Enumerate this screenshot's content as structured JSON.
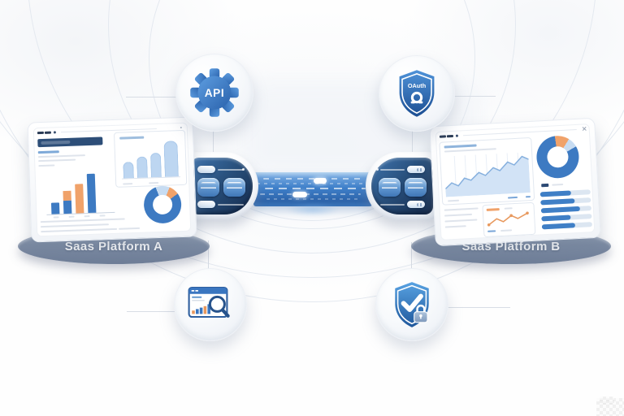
{
  "labels": {
    "platform_a": "Saas Platform A",
    "platform_b": "Saas Platform B",
    "api_badge": "API",
    "oauth_badge": "OAuth"
  },
  "icons": {
    "api_node": "gear-icon",
    "oauth_node": "shield-keyhole-icon",
    "analytics_node": "analytics-window-magnifier-icon",
    "security_node": "shield-check-lock-icon",
    "center": "data-pipe-with-connectors"
  },
  "palette": {
    "primary_blue": "#3d7ac2",
    "accent_orange": "#f0a26a",
    "dark_navy": "#2c4a74",
    "light_blue": "#c7dcf2",
    "pipe_blue": "#3f80ca",
    "base_gray": "#7b8aa2",
    "line_gray": "#dfe4ec"
  },
  "platform_a_dashboard": {
    "bar_chart": {
      "type": "bar",
      "bars": [
        {
          "height": 14,
          "color": "#3d7ac2"
        },
        {
          "height": 28,
          "color": "#3d7ac2",
          "top_height": 12,
          "top_color": "#f0a26a"
        },
        {
          "height": 36,
          "color": "#f0a26a"
        },
        {
          "height": 48,
          "color": "#3d7ac2"
        }
      ]
    },
    "arch_chart": {
      "type": "bar",
      "heights": [
        20,
        26,
        30,
        44
      ],
      "widths": [
        13,
        13,
        13,
        17
      ],
      "color": "#bdd6f1"
    },
    "donut": {
      "type": "pie",
      "from": -20,
      "segments": [
        {
          "color": "#c7dcf2",
          "deg": 44
        },
        {
          "color": "#f0a26a",
          "deg": 32
        },
        {
          "color": "#3d7ac2",
          "deg": 284
        }
      ]
    }
  },
  "platform_b_dashboard": {
    "area_chart": {
      "type": "area",
      "trend": "rising"
    },
    "donut": {
      "type": "pie",
      "from": -15,
      "segments": [
        {
          "color": "#3d7ac2",
          "deg": 10
        },
        {
          "color": "#f0a26a",
          "deg": 40
        },
        {
          "color": "#c7dcf2",
          "deg": 28
        },
        {
          "color": "#3d7ac2",
          "deg": 282
        }
      ]
    },
    "progress_bars": [
      62,
      68,
      78,
      58,
      66
    ]
  }
}
